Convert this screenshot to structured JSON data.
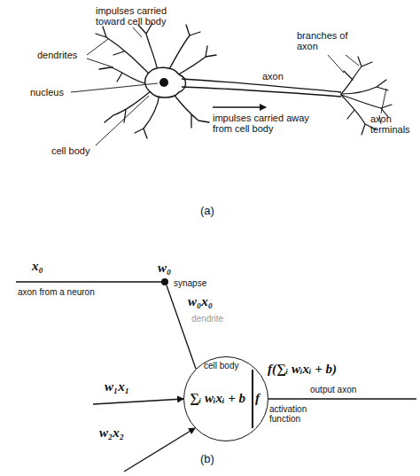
{
  "diagram": {
    "nodes": [
      {
        "text": [
          "cell body",
          "∑ᵢ wᵢxᵢ + b",
          "f"
        ]
      }
    ],
    "labels": [
      "impulses carried toward cell body",
      "dendrites",
      "nucleus",
      "cell body",
      "branches of axon",
      "axon",
      "axon terminals",
      "impulses carried away from cell body",
      "(a)",
      "x₀",
      "w₀",
      "synapse",
      "axon from a neuron",
      "w₀x₀",
      "dendrite",
      "w₁x₁",
      "w₂x₂",
      "f(∑ᵢ wᵢxᵢ + b)",
      "activation function",
      "output axon",
      "(b)"
    ]
  }
}
